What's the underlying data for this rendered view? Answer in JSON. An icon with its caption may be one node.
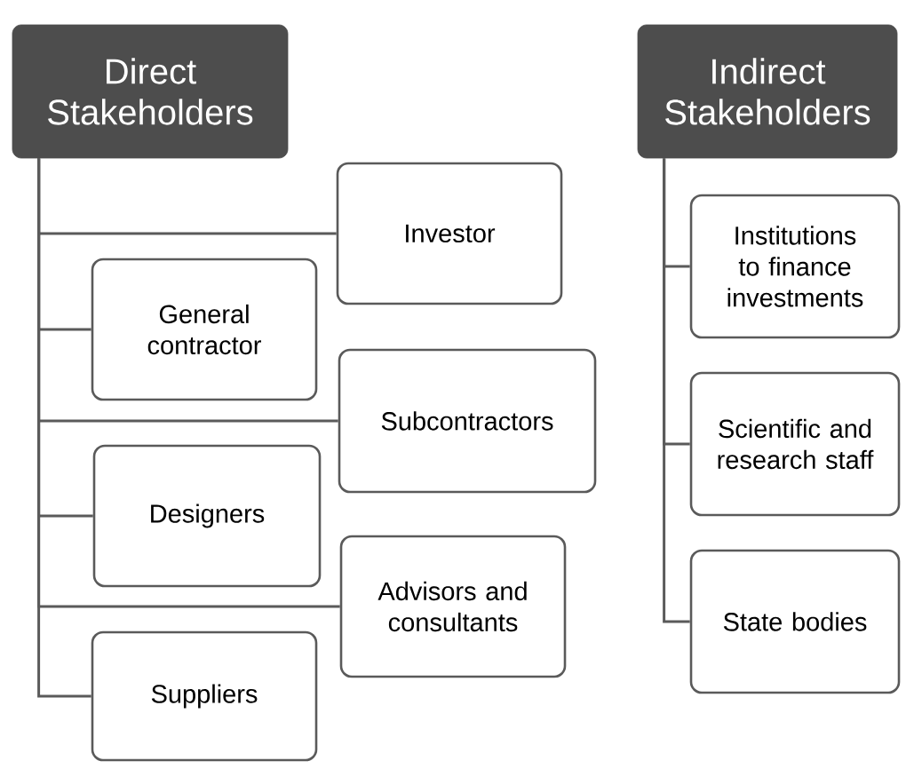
{
  "diagram": {
    "nodes": [
      {
        "text": [
          "Direct Stakeholders"
        ]
      },
      {
        "text": [
          "Investor"
        ]
      },
      {
        "text": [
          "General contractor"
        ]
      },
      {
        "text": [
          "Subcontractors"
        ]
      },
      {
        "text": [
          "Designers"
        ]
      },
      {
        "text": [
          "Advisors and consultants"
        ]
      },
      {
        "text": [
          "Suppliers"
        ]
      },
      {
        "text": [
          "Indirect Stakeholders"
        ]
      },
      {
        "text": [
          "Institutions to finance investments"
        ]
      },
      {
        "text": [
          "Scientific and research staff"
        ]
      },
      {
        "text": [
          "State bodies"
        ]
      }
    ],
    "edges": [
      {
        "from": 0,
        "to": 1,
        "arrow": "none"
      },
      {
        "from": 0,
        "to": 2,
        "arrow": "none"
      },
      {
        "from": 0,
        "to": 3,
        "arrow": "none"
      },
      {
        "from": 0,
        "to": 4,
        "arrow": "none"
      },
      {
        "from": 0,
        "to": 5,
        "arrow": "none"
      },
      {
        "from": 0,
        "to": 6,
        "arrow": "none"
      },
      {
        "from": 7,
        "to": 8,
        "arrow": "none"
      },
      {
        "from": 7,
        "to": 9,
        "arrow": "none"
      },
      {
        "from": 7,
        "to": 10,
        "arrow": "none"
      }
    ]
  }
}
